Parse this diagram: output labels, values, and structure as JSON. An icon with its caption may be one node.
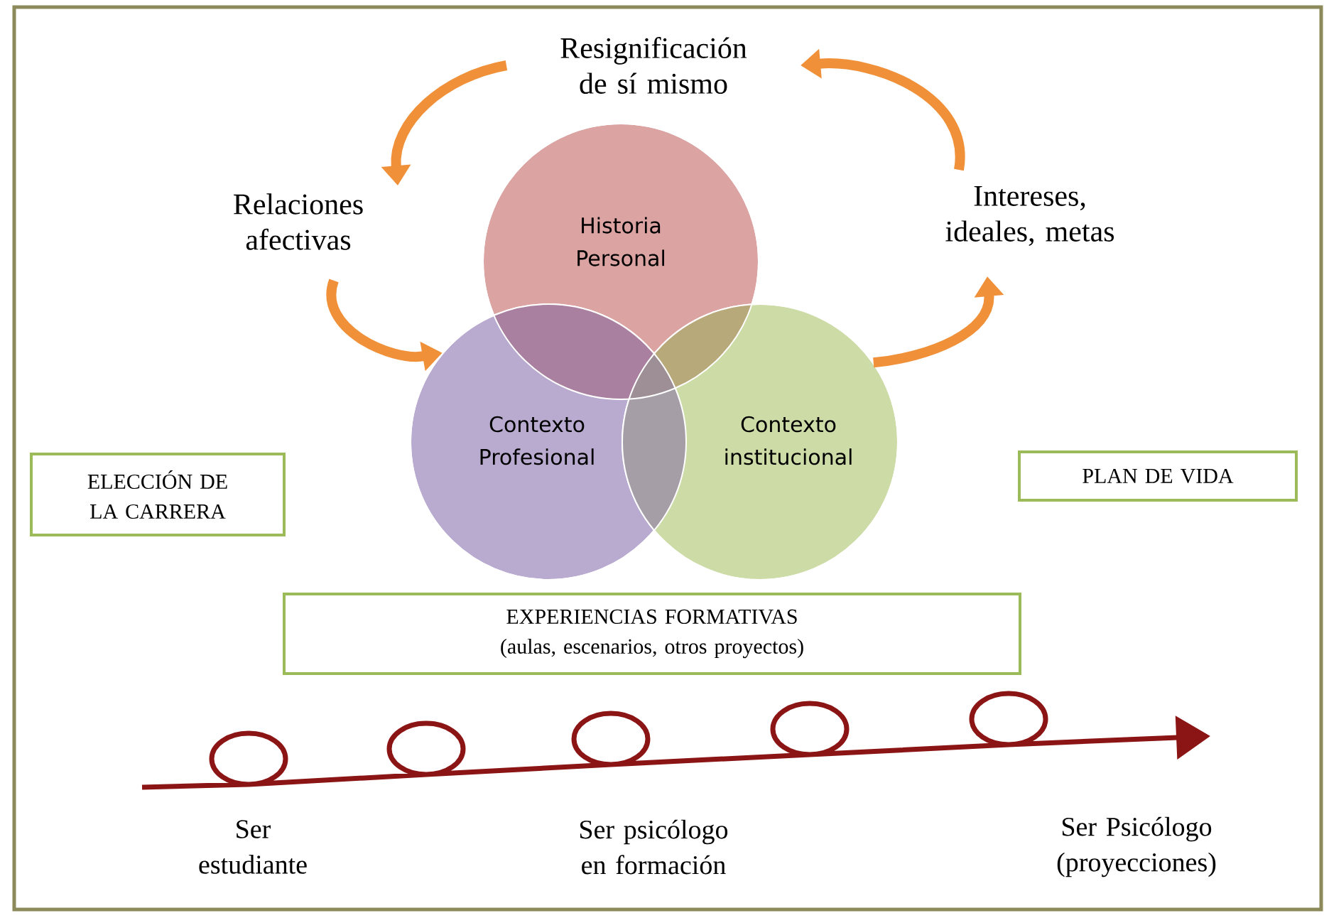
{
  "diagram": {
    "nodes": [
      {
        "text": [
          "Resignificación de sí mismo"
        ]
      },
      {
        "text": [
          "Relaciones afectivas"
        ]
      },
      {
        "text": [
          "Intereses, ideales, metas"
        ]
      },
      {
        "text": [
          "Historia Personal"
        ]
      },
      {
        "text": [
          "Contexto Profesional"
        ]
      },
      {
        "text": [
          "Contexto institucional"
        ]
      },
      {
        "text": [
          "ELECCIÓN DE LA CARRERA"
        ]
      },
      {
        "text": [
          "PLAN DE VIDA"
        ]
      },
      {
        "text": [
          "EXPERIENCIAS FORMATIVAS (aulas, escenarios, otros proyectos)"
        ]
      }
    ],
    "edges": [
      {
        "from": 0,
        "to": 1,
        "arrow": "to"
      },
      {
        "from": 1,
        "to": 4,
        "arrow": "to"
      },
      {
        "from": 5,
        "to": 2,
        "arrow": "to"
      },
      {
        "from": 2,
        "to": 0,
        "arrow": "to"
      }
    ],
    "labels": [
      "Ser estudiante",
      "Ser psicólogo en formación",
      "Ser Psicólogo (proyecciones)"
    ]
  }
}
